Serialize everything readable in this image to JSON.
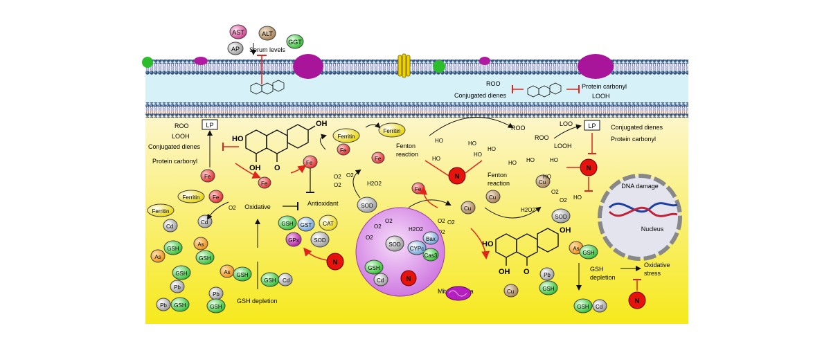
{
  "serum": {
    "ast": "AST",
    "alt": "ALT",
    "ap": "AP",
    "ggt": "GGT",
    "label": "Serum levels"
  },
  "membrane_labels": {
    "roo": "ROO",
    "conj_dienes": "Conjugated dienes",
    "protein_carbonyl": "Protein carbonyl",
    "looh": "LOOH"
  },
  "left_lp": {
    "lp": "LP",
    "roo": "ROO",
    "looh": "LOOH",
    "conj_dienes": "Conjugated dienes",
    "protein_carbonyl": "Protein carbonyl"
  },
  "iron": {
    "fe2": "Fe",
    "fe3": "Fe",
    "ferritin": "Ferritin",
    "fenton1": "Fenton\nreaction",
    "fenton2": "Fenton\nreaction",
    "h2o2": "H2O2",
    "sod": "SOD"
  },
  "center": {
    "oxidative_stress": "Oxidative\nstress",
    "antioxidant": "Antioxidant\nsystem",
    "gsh": "GSH",
    "gst": "GST",
    "cat": "CAT",
    "gpx": "GPx",
    "sod": "SOD",
    "n": "N"
  },
  "heavy_metals": {
    "as": "As",
    "pb": "Pb",
    "cd": "Cd",
    "gsh": "GSH",
    "gsh_depletion": "GSH depletion"
  },
  "mito": {
    "label": "Mitochondria",
    "sod": "SOD",
    "bax": "Bax",
    "cypc": "CYPc",
    "cas3": "Cas3",
    "gsh": "GSH",
    "cd": "Cd",
    "h2o2": "H2O2",
    "n": "N"
  },
  "right": {
    "lp": "LP",
    "loo": "LOO",
    "roo": "ROO",
    "looh": "LOOH",
    "conj_dienes": "Conjugated dienes",
    "protein_carbonyl": "Protein carbonyl",
    "ho": "HO",
    "cu": "Cu",
    "sod": "SOD",
    "h2o2": "H2O2",
    "dna_damage": "DNA damage",
    "nucleus": "Nucleus",
    "gsh_depletion": "GSH\ndepletion",
    "oxidative_stress": "Oxidative\nstress",
    "n": "N",
    "o2": "O2"
  },
  "flavanone": {
    "oh": "OH",
    "ho": "HO",
    "o": "O"
  },
  "colors": {
    "cytoplasm_top": "#fdf6c8",
    "cytoplasm_bottom": "#f6ec2a",
    "extracellular": "#d9f3f8",
    "inhibit": "#e0241b",
    "n_red": "#e8120c",
    "mito": "#d884e6",
    "nucleus": "#dcdcea",
    "membrane_head": "#35507a",
    "membrane_tail": "#9b5aa6"
  }
}
